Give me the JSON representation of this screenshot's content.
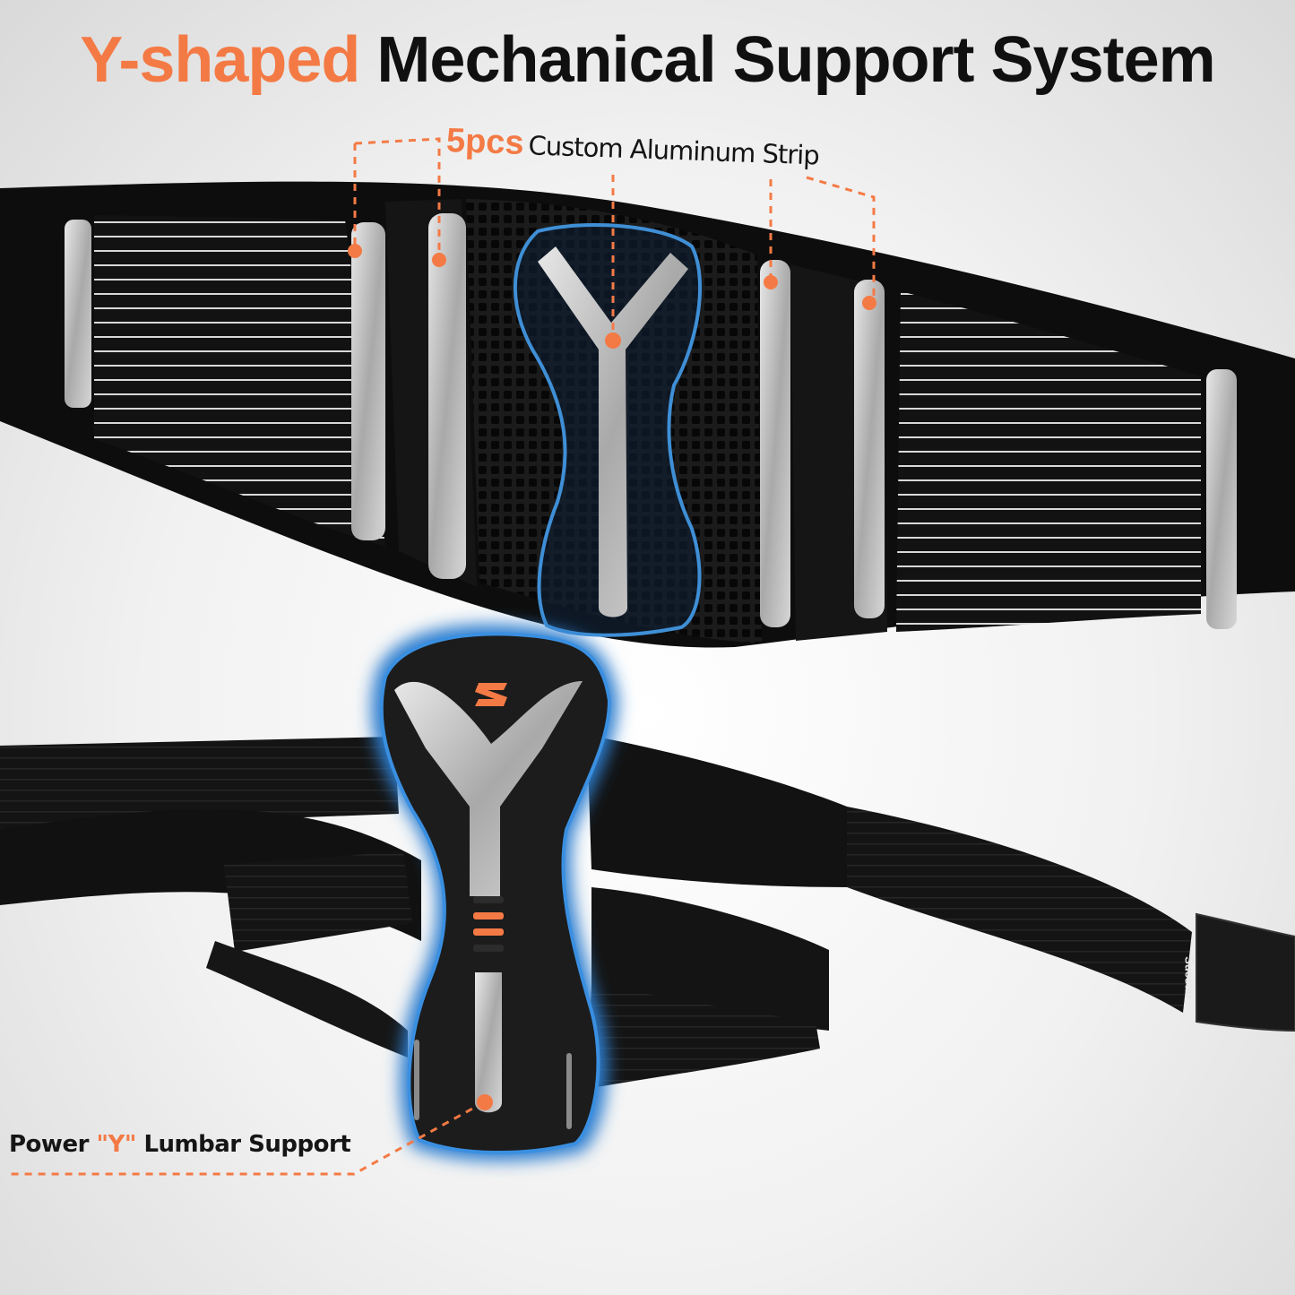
{
  "headline": {
    "accent_text": "Y-shaped",
    "main_text": "Mechanical Support System"
  },
  "callouts": {
    "strips_quantity": "5pcs",
    "strips_label": "Custom Aluminum Strip",
    "lumbar_prefix": "Power",
    "lumbar_quoted": "\"Y\"",
    "lumbar_suffix": "Lumbar Support"
  },
  "brand_mark": "Suestar",
  "colors": {
    "accent": "#f47a45",
    "text": "#101010",
    "strap": "#161616",
    "aluminum": "#c9c9c9",
    "glow": "#3f8fd6"
  }
}
